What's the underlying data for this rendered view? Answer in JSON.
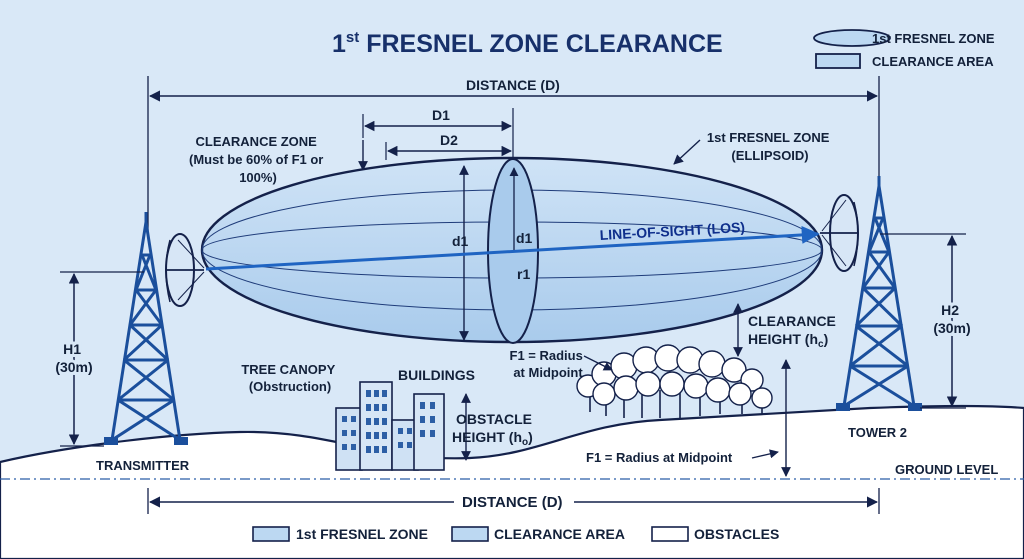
{
  "title": {
    "prefix": "1",
    "sup": "st",
    "rest": " FRESNEL ZONE CLEARANCE"
  },
  "top_legend": {
    "fresnel": "1st FRESNEL ZONE",
    "clearance": "CLEARANCE AREA"
  },
  "dimensions": {
    "distance_top": "DISTANCE (D)",
    "distance_bottom": "DISTANCE (D)",
    "d1_top": "D1",
    "d2_top": "D2",
    "d1_vertical": "d1",
    "d1_inner": "d1",
    "r1": "r1"
  },
  "labels": {
    "clearance_zone": [
      "CLEARANCE ZONE",
      "(Must be 60% of F1 or",
      "100%)"
    ],
    "fresnel_ellipsoid": [
      "1st FRESNEL ZONE",
      "(ELLIPSOID)"
    ],
    "los": "LINE-OF-SIGHT (LOS)",
    "clearance_height_1": "CLEARANCE",
    "clearance_height_2": "HEIGHT (h",
    "clearance_height_sub": "c",
    "f1_mid": [
      "F1 = Radius",
      "at Midpoint"
    ],
    "f1_mid_lower": "F1 = Radius at Midpoint",
    "tree": [
      "TREE CANOPY",
      "(Obstruction)"
    ],
    "buildings": "BUILDINGS",
    "obstacle_1": "OBSTACLE",
    "obstacle_2": "HEIGHT (h",
    "obstacle_sub": "o",
    "h1": [
      "H1",
      "(30m)"
    ],
    "h2": [
      "H2",
      "(30m)"
    ],
    "transmitter": "TRANSMITTER",
    "tower2": "TOWER 2",
    "ground": "GROUND LEVEL"
  },
  "bottom_legend": {
    "fresnel": "1st FRESNEL ZONE",
    "clearance": "CLEARANCE AREA",
    "obstacles": "OBSTACLES"
  },
  "colors": {
    "background": "#d9e8f7",
    "ellipse_fill": "#bcd8f2",
    "tower": "#1b4f9c",
    "outline": "#14214a",
    "los": "#1f64c2",
    "ground": "#ffffff"
  }
}
